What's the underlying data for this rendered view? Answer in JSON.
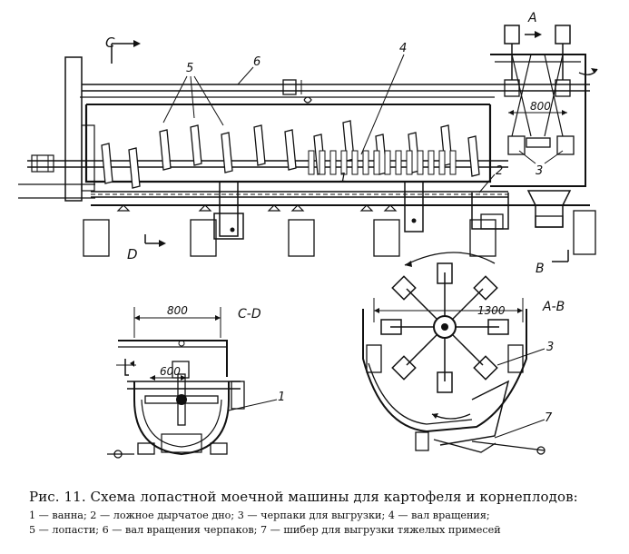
{
  "figure": {
    "section_labels": {
      "c": "C",
      "d": "D",
      "a": "A",
      "b": "B",
      "cd": "C-D",
      "ab": "A-B"
    },
    "dimensions": {
      "top_800": "800",
      "cd_800": "800",
      "cd_600": "600",
      "ab_1300": "1300"
    },
    "part_numbers": {
      "n1_main": "1",
      "n2_main": "2",
      "n3_main": "3",
      "n4_main": "4",
      "n5_main": "5",
      "n6_main": "6",
      "n1_cd": "1",
      "n3_ab": "3",
      "n7_ab": "7"
    }
  },
  "caption": {
    "title": "Рис. 11. Схема лопастной моечной машины для картофеля и корнеплодов:",
    "legend_line1": "1 — ванна; 2 — ложное дырчатое дно; 3 — черпаки для выгрузки; 4 — вал вращения;",
    "legend_line2": "5 — лопасти; 6 — вал вращения черпаков; 7 — шибер для выгрузки тяжелых примесей"
  }
}
